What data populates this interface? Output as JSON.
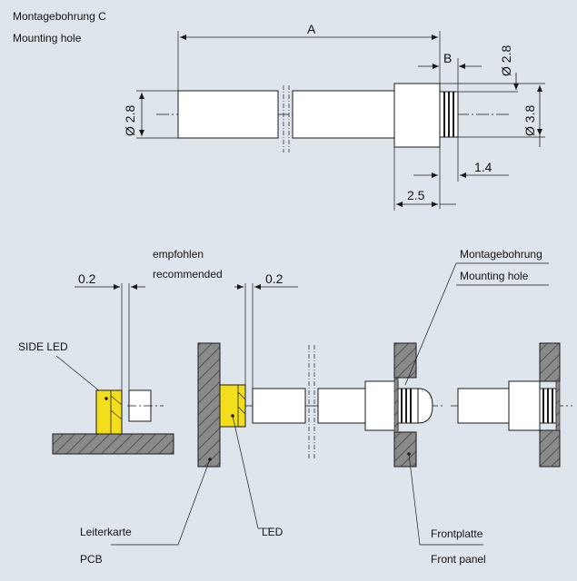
{
  "colors": {
    "background": "#dfe5ec",
    "part_fill": "#ffffff",
    "hatch_fill": "#8a8a8a",
    "led_fill": "#f2de1a",
    "line": "#1a1a1a"
  },
  "top_view": {
    "title_de": "Montagebohrung C",
    "title_en": "Mounting hole",
    "dim_a": "A",
    "dim_b": "B",
    "dim_d_left": "Ø 2.8",
    "dim_d_top": "Ø 2.8",
    "dim_d_right": "Ø 3.8",
    "dim_1_4": "1.4",
    "dim_2_5": "2.5"
  },
  "bottom_view": {
    "recommended_de": "empfohlen",
    "recommended_en": "recommended",
    "gap_left": "0.2",
    "gap_right": "0.2",
    "side_led": "SIDE LED",
    "mount_de": "Montagebohrung",
    "mount_en": "Mounting hole",
    "pcb_de": "Leiterkarte",
    "pcb_en": "PCB",
    "led": "LED",
    "panel_de": "Frontplatte",
    "panel_en": "Front panel"
  }
}
